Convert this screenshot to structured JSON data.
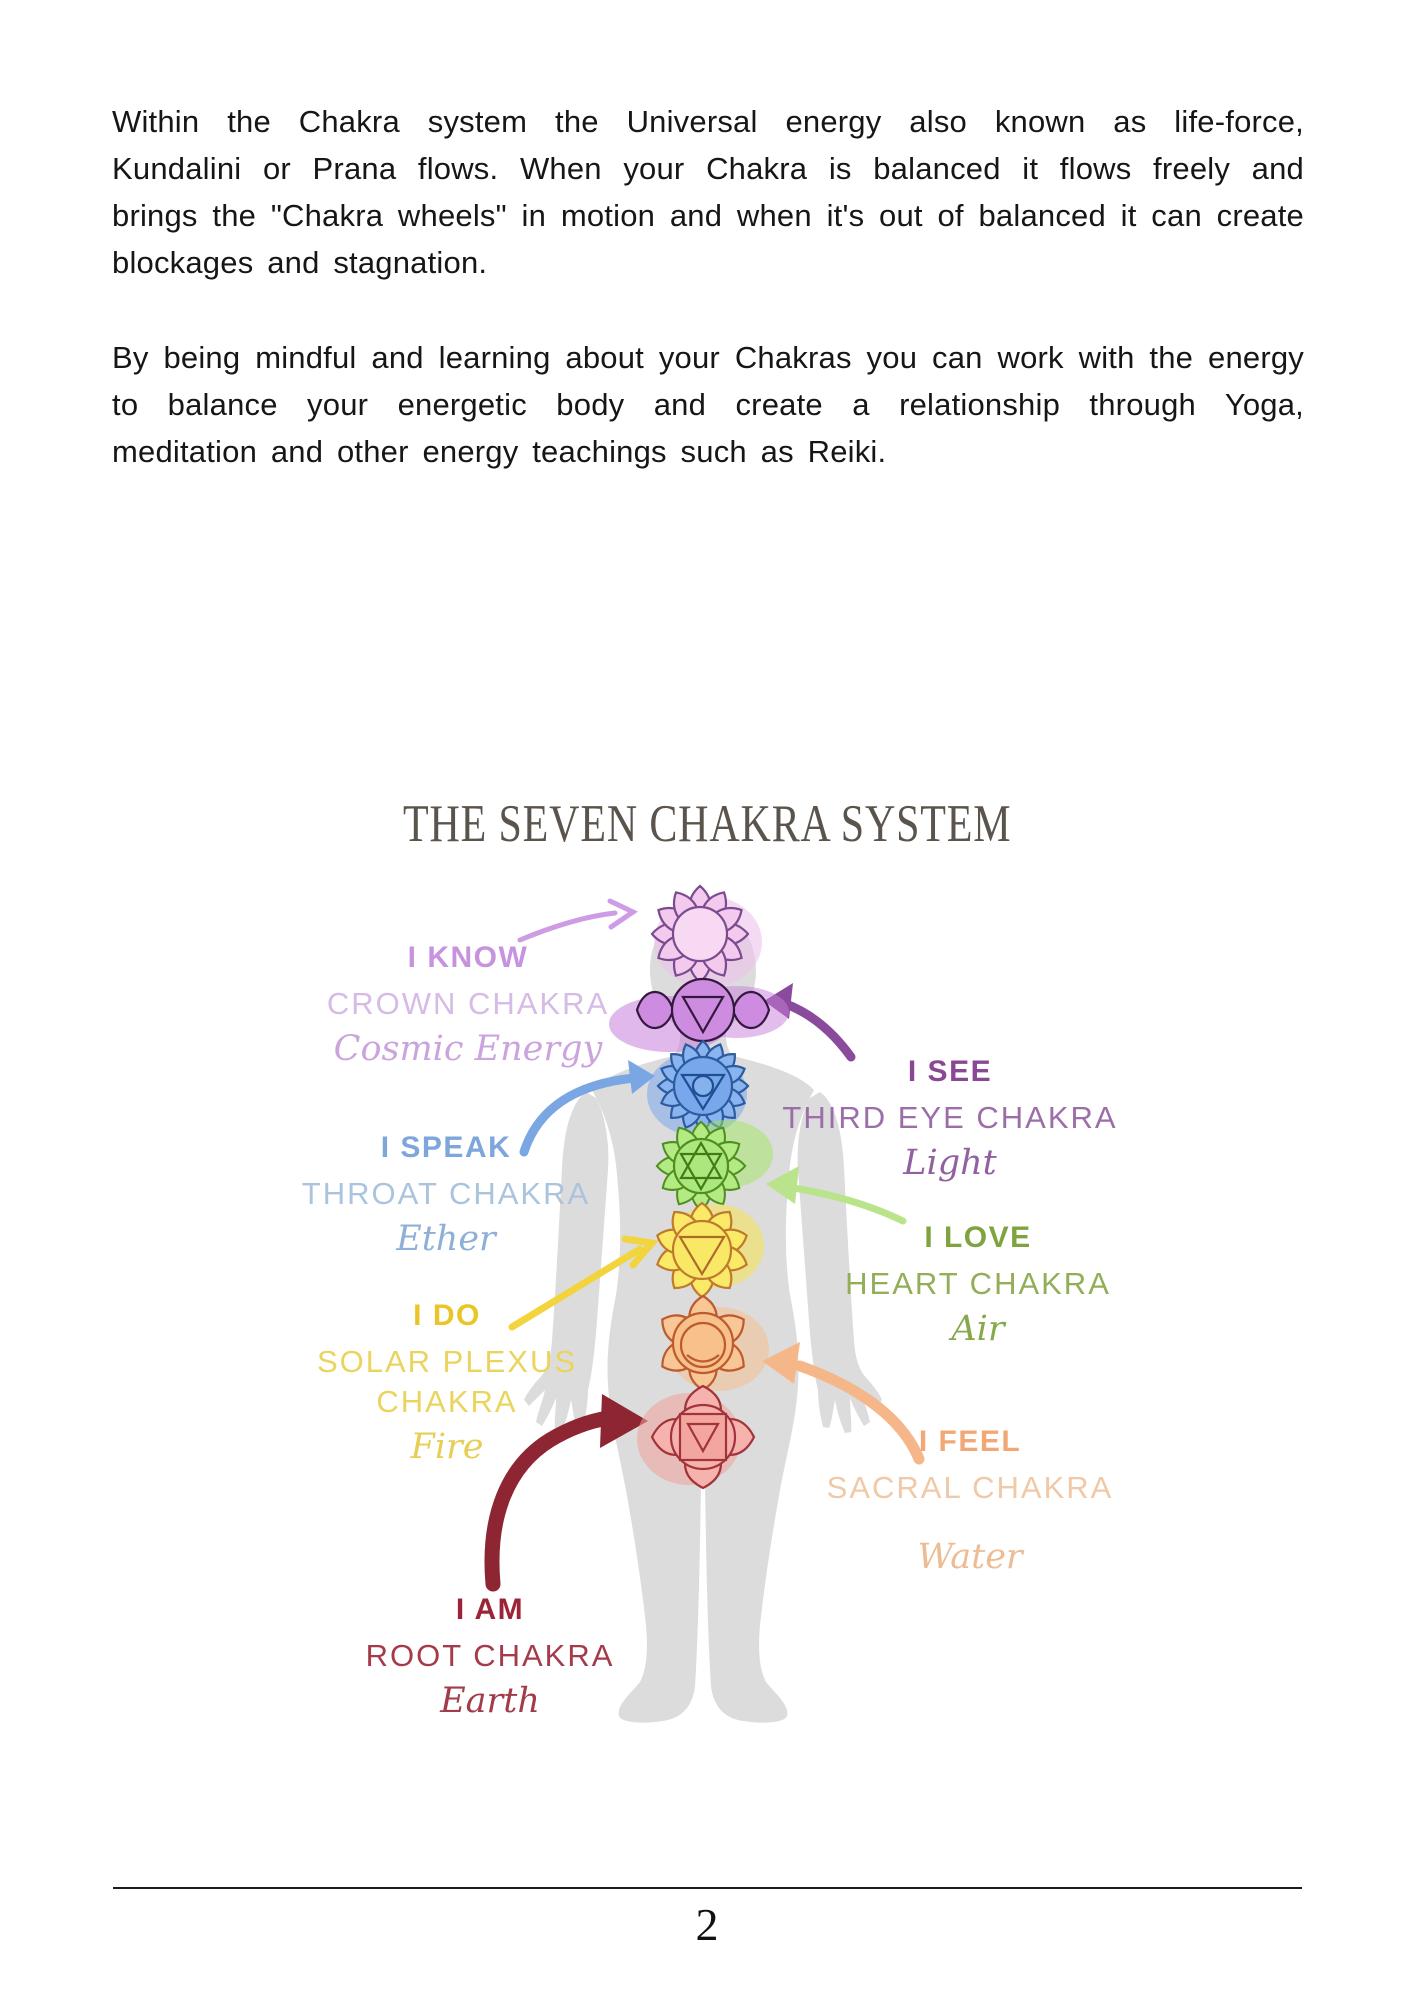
{
  "page": {
    "number": "2"
  },
  "paragraphs": [
    "Within the Chakra system the Universal energy also known as life-force, Kundalini or Prana flows. When your Chakra is balanced it flows freely and brings the \"Chakra wheels\" in motion and when it's out of balanced it can create blockages and stagnation.",
    "By being mindful and learning about your Chakras you can work with the energy to balance your energetic body and create a relationship through Yoga, meditation and other energy teachings such as Reiki."
  ],
  "diagram": {
    "title": "THE SEVEN CHAKRA SYSTEM",
    "title_color": "#5b544c",
    "body_silhouette_color": "#dcdcdc",
    "chakras": [
      {
        "id": "crown",
        "affirmation": "I KNOW",
        "name": "CROWN CHAKRA",
        "element": "Cosmic Energy",
        "accent_color": "#c793de",
        "symbol_fill": "#f3c9ee",
        "symbol": "12-petal lotus with circle",
        "label_side": "left"
      },
      {
        "id": "third-eye",
        "affirmation": "I SEE",
        "name": "THIRD EYE CHAKRA",
        "element": "Light",
        "accent_color": "#8a4796",
        "symbol_fill": "#cd8cdf",
        "symbol": "two-petal circle with inverted triangle",
        "label_side": "right"
      },
      {
        "id": "throat",
        "affirmation": "I SPEAK",
        "name": "THROAT CHAKRA",
        "element": "Ether",
        "accent_color": "#7ea6dc",
        "symbol_fill": "#79a7ec",
        "symbol": "16-petal lotus with triangle and circle",
        "label_side": "left"
      },
      {
        "id": "heart",
        "affirmation": "I LOVE",
        "name": "HEART CHAKRA",
        "element": "Air",
        "accent_color": "#7fa33e",
        "symbol_fill": "#abe77c",
        "symbol": "12-petal lotus with six-pointed star",
        "label_side": "right"
      },
      {
        "id": "solar-plexus",
        "affirmation": "I DO",
        "name": "SOLAR PLEXUS CHAKRA",
        "element": "Fire",
        "accent_color": "#e9c526",
        "symbol_fill": "#f9e766",
        "symbol": "10-petal lotus with inverted triangle",
        "label_side": "left"
      },
      {
        "id": "sacral",
        "affirmation": "I FEEL",
        "name": "SACRAL CHAKRA",
        "element": "Water",
        "accent_color": "#f2a876",
        "symbol_fill": "#f8c591",
        "symbol": "6-petal lotus with circle and crescent",
        "label_side": "right"
      },
      {
        "id": "root",
        "affirmation": "I AM",
        "name": "ROOT CHAKRA",
        "element": "Earth",
        "accent_color": "#9c2438",
        "symbol_fill": "#f5b1ab",
        "symbol": "4-petal lotus with square and inverted triangle",
        "label_side": "left"
      }
    ]
  }
}
